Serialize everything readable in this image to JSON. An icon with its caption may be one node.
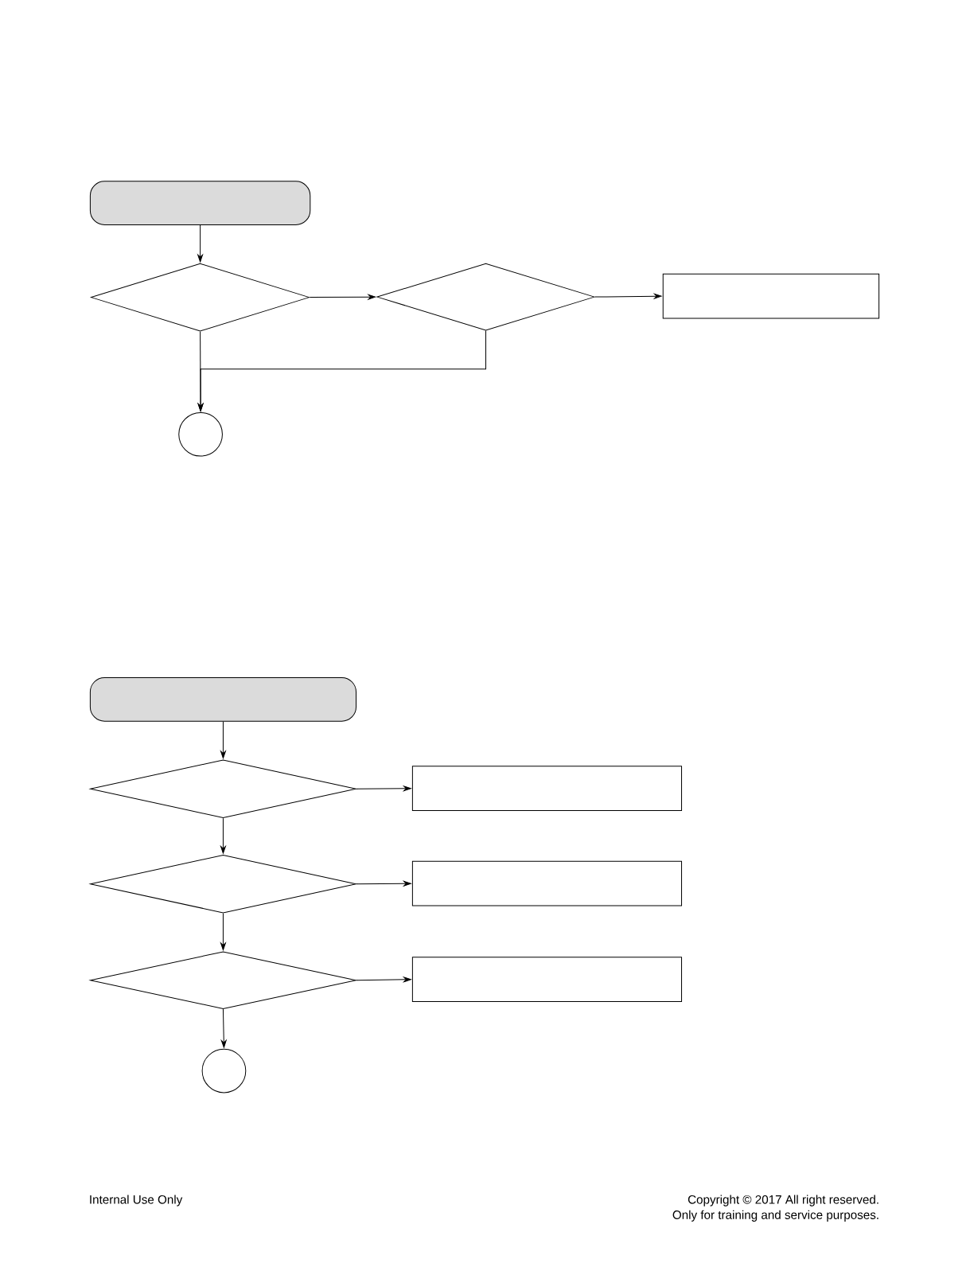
{
  "diagram": {
    "nodes": [
      {
        "text": [],
        "shape": "box"
      },
      {
        "text": [],
        "shape": "diamond"
      },
      {
        "text": [],
        "shape": "diamond"
      },
      {
        "text": [],
        "shape": "box"
      },
      {
        "text": [],
        "shape": "circle"
      },
      {
        "text": [],
        "shape": "box"
      },
      {
        "text": [],
        "shape": "diamond"
      },
      {
        "text": [],
        "shape": "box"
      },
      {
        "text": [],
        "shape": "diamond"
      },
      {
        "text": [],
        "shape": "box"
      },
      {
        "text": [],
        "shape": "diamond"
      },
      {
        "text": [],
        "shape": "box"
      },
      {
        "text": [],
        "shape": "circle"
      }
    ],
    "edges": [
      {
        "from": 0,
        "to": 1,
        "arrow": "to"
      },
      {
        "from": 1,
        "to": 2,
        "arrow": "to"
      },
      {
        "from": 2,
        "to": 3,
        "arrow": "to"
      },
      {
        "from": 1,
        "to": 4,
        "arrow": "to"
      },
      {
        "from": 2,
        "to": 4,
        "arrow": "to"
      },
      {
        "from": 5,
        "to": 6,
        "arrow": "to"
      },
      {
        "from": 6,
        "to": 7,
        "arrow": "to"
      },
      {
        "from": 6,
        "to": 8,
        "arrow": "to"
      },
      {
        "from": 8,
        "to": 9,
        "arrow": "to"
      },
      {
        "from": 8,
        "to": 10,
        "arrow": "to"
      },
      {
        "from": 10,
        "to": 11,
        "arrow": "to"
      },
      {
        "from": 10,
        "to": 12,
        "arrow": "to"
      }
    ],
    "labels": [
      "Internal Use Only",
      "Copyright © 2017 All right reserved.",
      "Only for training and service purposes."
    ]
  }
}
